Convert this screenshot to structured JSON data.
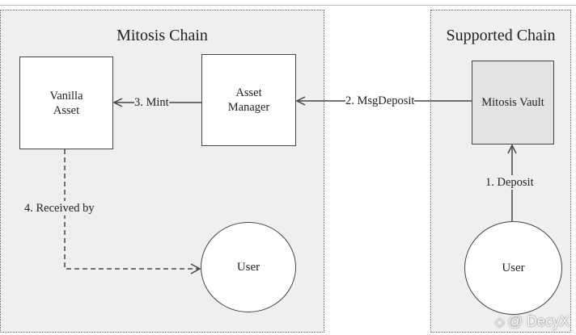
{
  "regions": {
    "mitosis": {
      "title": "Mitosis Chain"
    },
    "supported": {
      "title": "Supported Chain"
    }
  },
  "nodes": {
    "vanilla_asset": "Vanilla\nAsset",
    "asset_manager": "Asset\nManager",
    "mitosis_vault": "Mitosis Vault",
    "user_mitosis": "User",
    "user_supported": "User"
  },
  "edges": {
    "deposit": "1. Deposit",
    "msg_deposit": "2. MsgDeposit",
    "mint": "3. Mint",
    "received_by": "4. Received by"
  },
  "watermark": "@ DecyX"
}
